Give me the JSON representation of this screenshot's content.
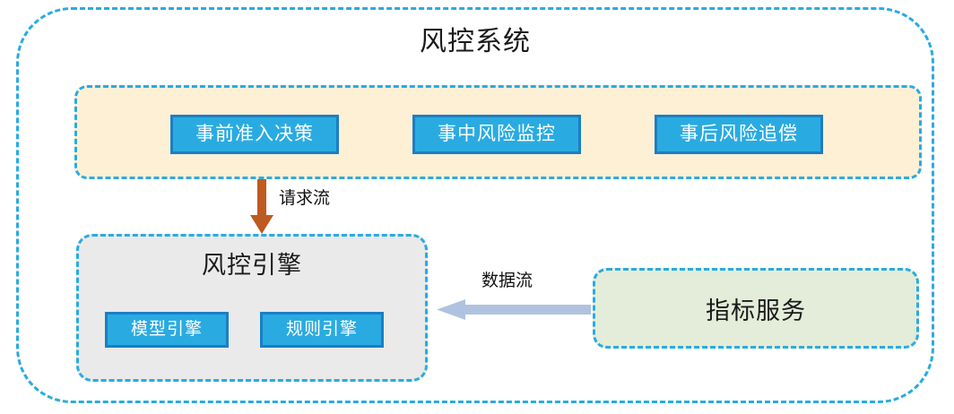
{
  "diagram": {
    "title": "风控系统",
    "colors": {
      "dashed_border": "#29ABE2",
      "chip_fill": "#29ABE2",
      "chip_border": "#1B7FC4",
      "phase_band_fill": "#FDF0D5",
      "engine_panel_fill": "#EAEAEA",
      "metrics_box_fill": "#E3EDD9",
      "request_arrow": "#BD5A20",
      "data_arrow": "#AFC3E0",
      "text": "#1a1a1a"
    },
    "phase_band": {
      "chips": [
        {
          "label": "事前准入决策"
        },
        {
          "label": "事中风险监控"
        },
        {
          "label": "事后风险追偿"
        }
      ]
    },
    "request_flow": {
      "label": "请求流",
      "direction": "down",
      "arrow_icon": "arrow-down-icon"
    },
    "engine_panel": {
      "title": "风控引擎",
      "sub_chips": [
        {
          "label": "模型引擎"
        },
        {
          "label": "规则引擎"
        }
      ]
    },
    "data_flow": {
      "label": "数据流",
      "direction": "left",
      "arrow_icon": "arrow-left-icon"
    },
    "metrics_service": {
      "title": "指标服务"
    }
  }
}
